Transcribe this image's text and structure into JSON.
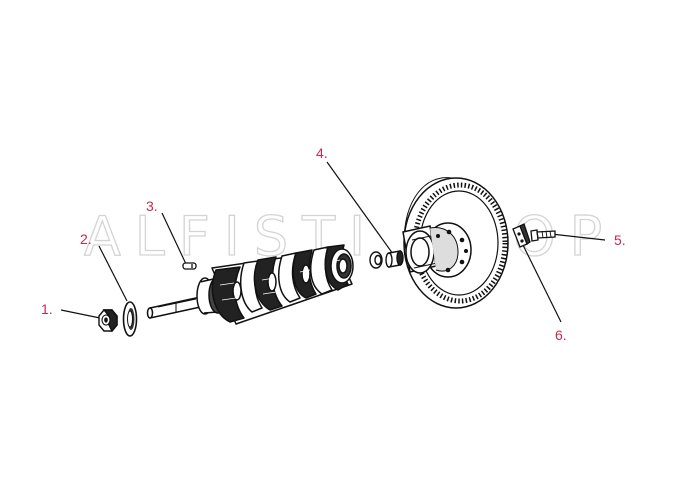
{
  "watermark": {
    "text": "ALFISTI SHOP"
  },
  "callouts": [
    {
      "number": "1.",
      "part_icon": "hex-nut-icon"
    },
    {
      "number": "2.",
      "part_icon": "washer-icon"
    },
    {
      "number": "3.",
      "part_icon": "pin-icon"
    },
    {
      "number": "4.",
      "part_icon": "bushing-icon"
    },
    {
      "number": "5.",
      "part_icon": "bolt-icon"
    },
    {
      "number": "6.",
      "part_icon": "lock-tab-icon"
    }
  ],
  "colors": {
    "callout_text": "#c8294f",
    "line_art": "#111111",
    "watermark_outline": "#d4d4d4",
    "background": "#ffffff"
  }
}
